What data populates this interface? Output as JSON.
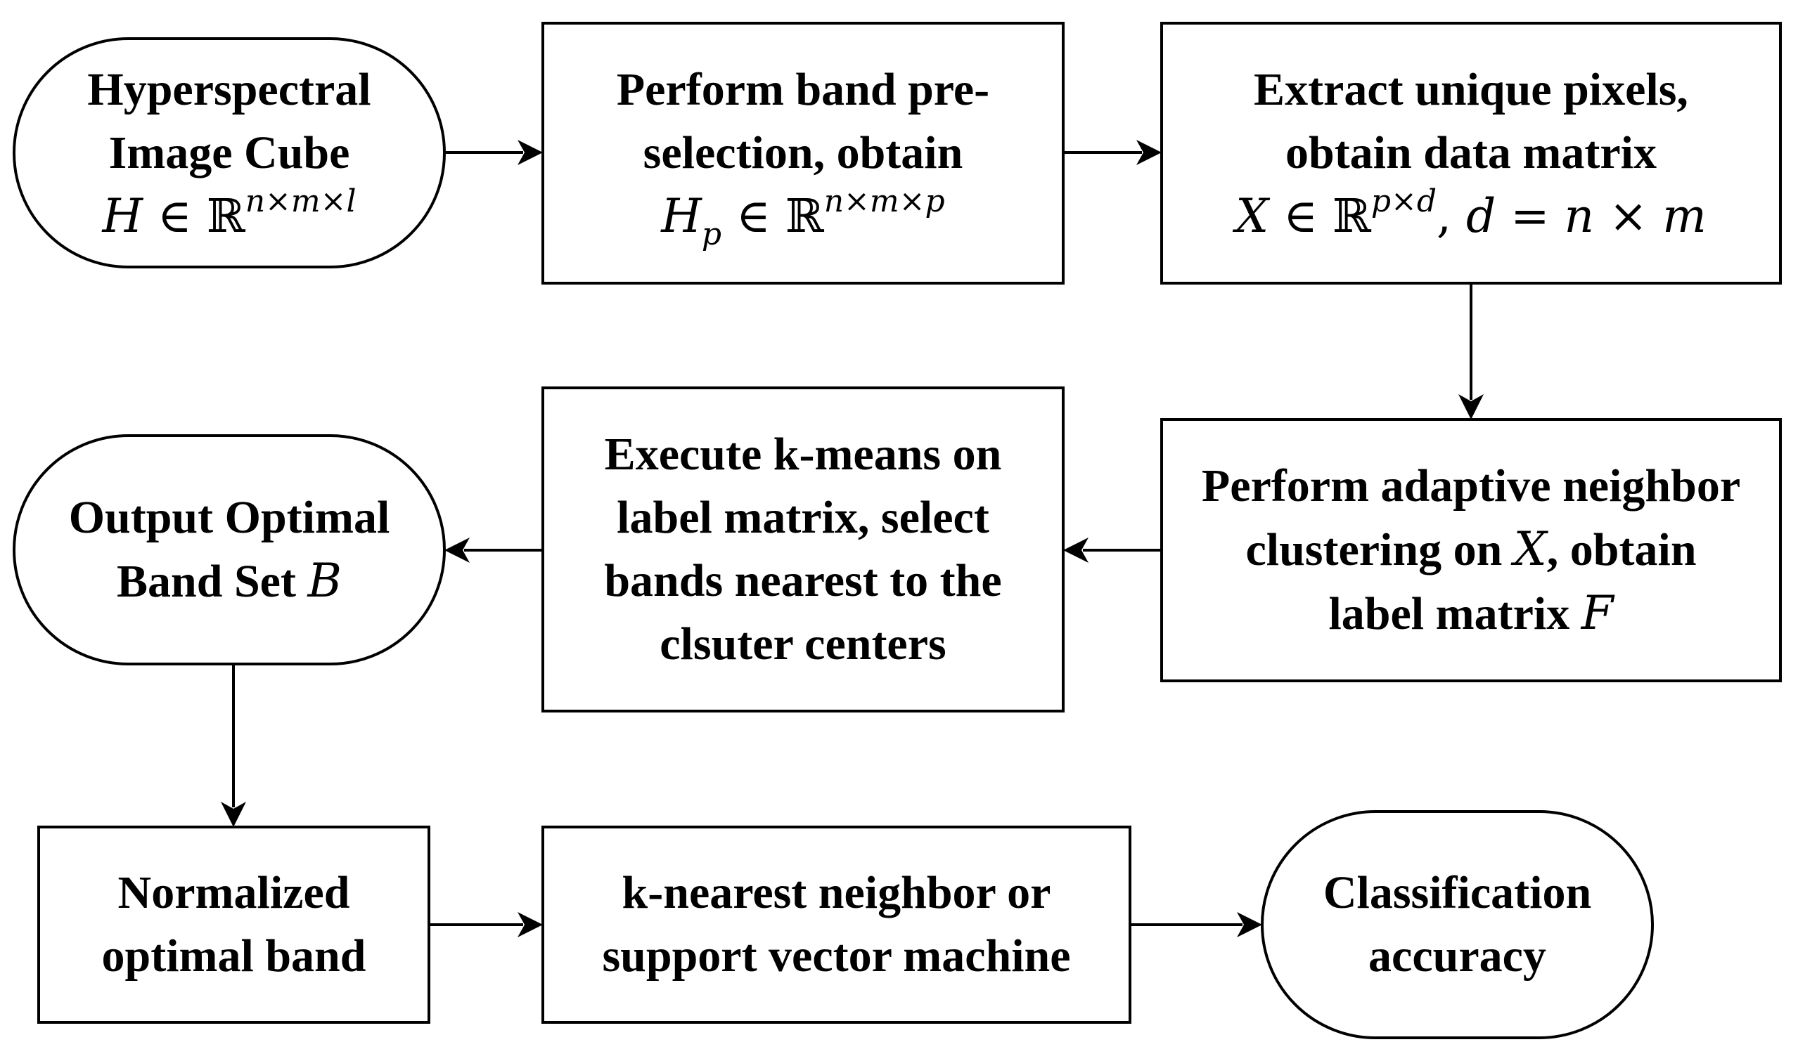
{
  "nodes": {
    "hyperspectral": {
      "line1": "Hyperspectral",
      "line2": "Image Cube",
      "math": {
        "var": "H",
        "op": "∈",
        "set": "ℝ",
        "sup": "n×m×l"
      }
    },
    "preselection": {
      "line1": "Perform band pre-",
      "line2": "selection, obtain",
      "math": {
        "var": "H",
        "sub": "p",
        "op": "∈",
        "set": "ℝ",
        "sup": "n×m×p"
      }
    },
    "extract": {
      "line1": "Extract unique pixels,",
      "line2": "obtain data matrix",
      "math": {
        "var": "X",
        "op": "∈",
        "set": "ℝ",
        "sup": "p×d",
        "sep": ",",
        "rest": "d = n × m"
      }
    },
    "clustering": {
      "line1": "Perform adaptive neighbor",
      "line2a": "clustering on",
      "line2var": "X",
      "line2b": ", obtain",
      "line3a": "label matrix",
      "line3var": "F"
    },
    "kmeans": {
      "line1": "Execute k-means on",
      "line2": "label matrix, select",
      "line3": "bands nearest to the",
      "line4": "clsuter centers"
    },
    "output": {
      "line1": "Output Optimal",
      "line2a": "Band Set",
      "line2var": "B"
    },
    "normalized": {
      "line1": "Normalized",
      "line2": "optimal band"
    },
    "classifier": {
      "line1": "k-nearest neighbor or",
      "line2": "support vector machine"
    },
    "accuracy": {
      "line1": "Classification",
      "line2": "accuracy"
    }
  }
}
